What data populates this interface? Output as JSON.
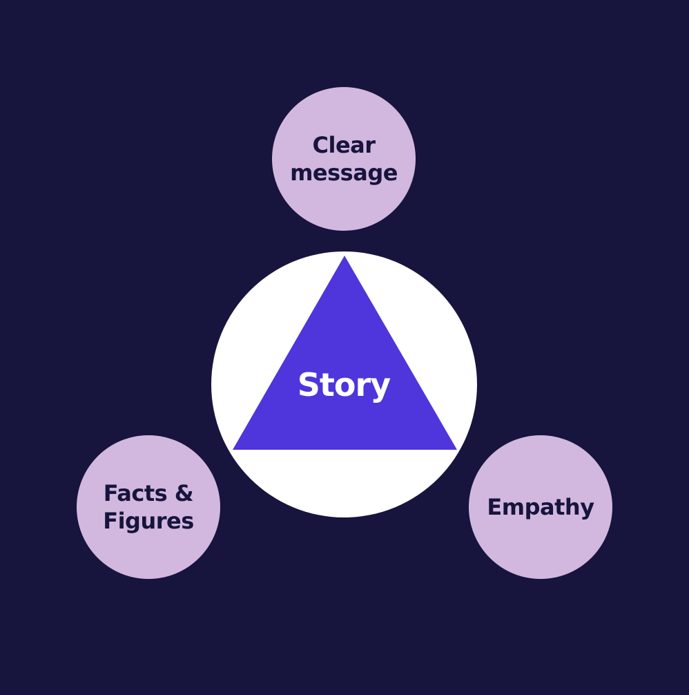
{
  "colors": {
    "background": "#17143d",
    "outer_circle_fill": "#d2b8de",
    "outer_circle_text": "#17143d",
    "center_circle_fill": "#ffffff",
    "triangle_fill": "#4e35dc",
    "center_text": "#ffffff"
  },
  "center": {
    "label": "Story"
  },
  "nodes": {
    "top": {
      "label": "Clear\nmessage"
    },
    "left": {
      "label": "Facts &\nFigures"
    },
    "right": {
      "label": "Empathy"
    }
  }
}
